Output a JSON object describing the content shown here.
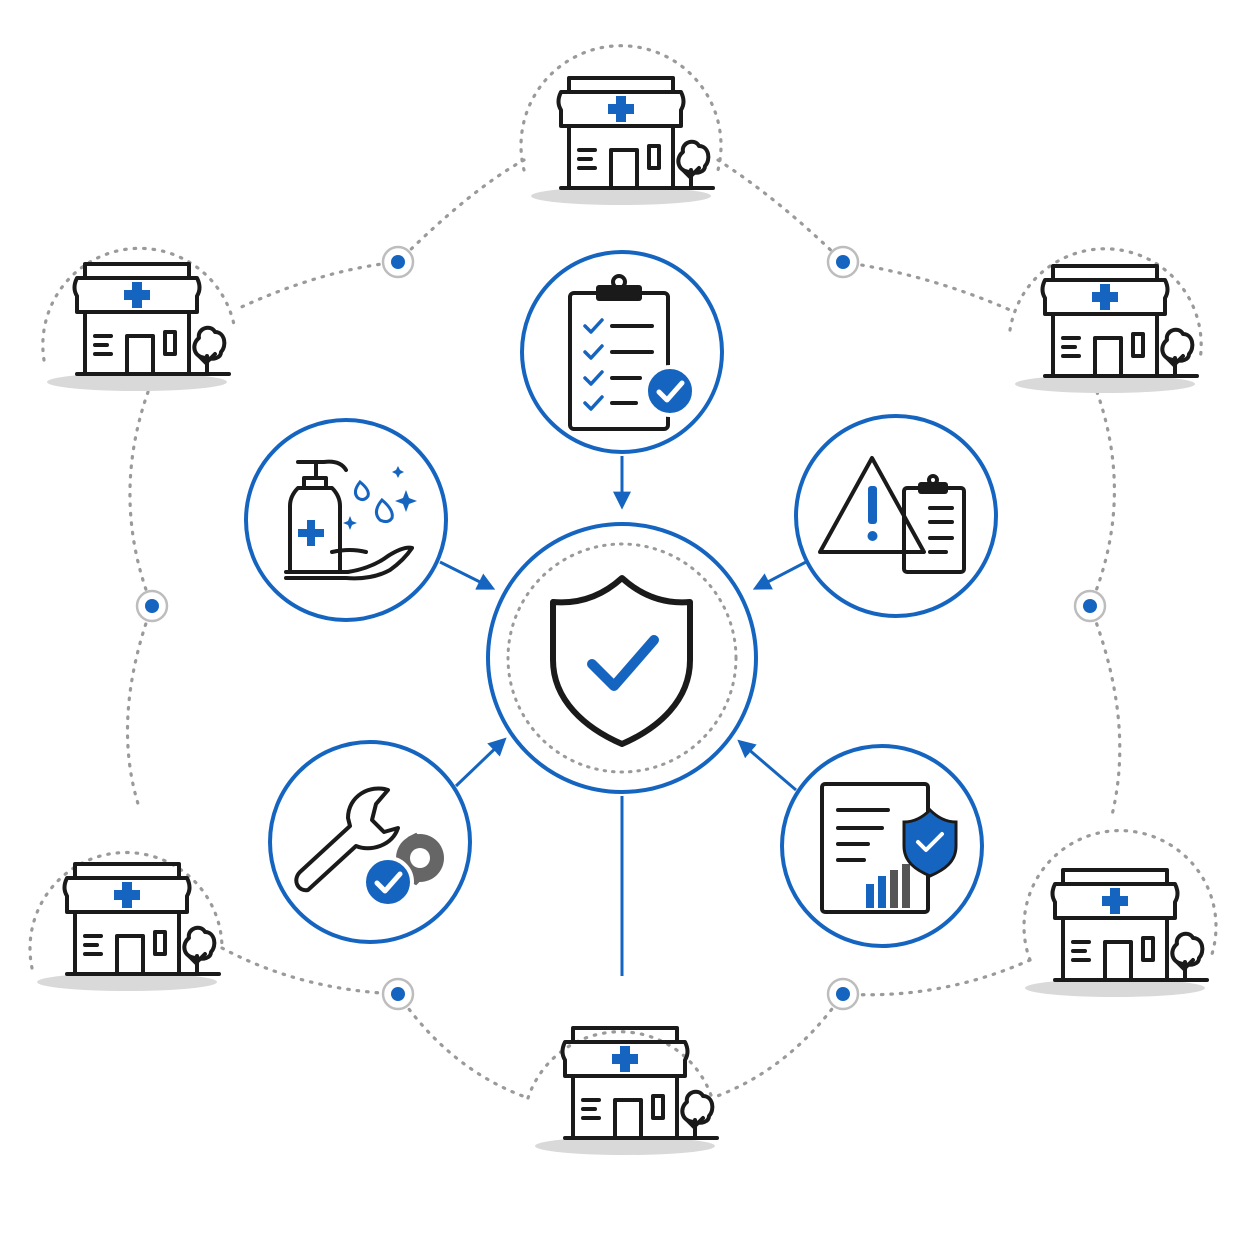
{
  "colors": {
    "accent": "#1565c0",
    "ink": "#1a1a1a",
    "connector": "#9a9a9a",
    "shadow": "#d9d9d9"
  },
  "center": {
    "icon": "shield-check-icon"
  },
  "spokes": [
    {
      "id": "checklist",
      "icon": "clipboard-checklist-icon"
    },
    {
      "id": "hygiene",
      "icon": "hand-sanitizer-icon"
    },
    {
      "id": "risk",
      "icon": "warning-report-icon"
    },
    {
      "id": "maintenance",
      "icon": "wrench-gear-check-icon"
    },
    {
      "id": "reporting",
      "icon": "document-chart-shield-icon"
    }
  ],
  "facilities": [
    {
      "id": "top",
      "icon": "clinic-building-icon"
    },
    {
      "id": "upper-left",
      "icon": "clinic-building-icon"
    },
    {
      "id": "upper-right",
      "icon": "clinic-building-icon"
    },
    {
      "id": "lower-left",
      "icon": "clinic-building-icon"
    },
    {
      "id": "lower-right",
      "icon": "clinic-building-icon"
    },
    {
      "id": "bottom",
      "icon": "clinic-building-icon"
    }
  ],
  "nodes": [
    {
      "id": "node-top-left",
      "icon": "ring-node-icon"
    },
    {
      "id": "node-top-right",
      "icon": "ring-node-icon"
    },
    {
      "id": "node-left",
      "icon": "ring-node-icon"
    },
    {
      "id": "node-right",
      "icon": "ring-node-icon"
    },
    {
      "id": "node-bottom-left",
      "icon": "ring-node-icon"
    },
    {
      "id": "node-bottom-right",
      "icon": "ring-node-icon"
    }
  ]
}
